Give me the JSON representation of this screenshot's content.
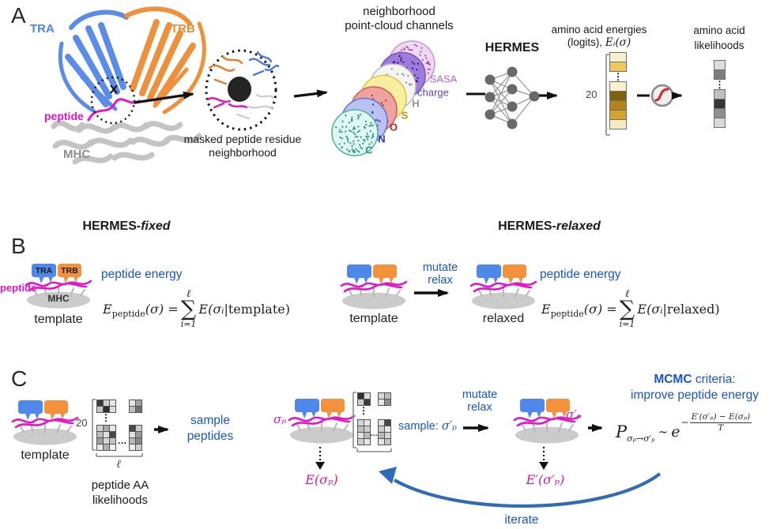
{
  "panel_a": {
    "label": "A",
    "tra": "TRA",
    "trb": "TRB",
    "peptide_label": "peptide",
    "mhc": "MHC",
    "masked_caption_line1": "masked peptide residue",
    "masked_caption_line2": "neighborhood",
    "channels_title_line1": "neighborhood",
    "channels_title_line2": "point-cloud channels",
    "channels": [
      {
        "label": "SASA",
        "fill": "#efd9f1",
        "stroke": "#c79ad2",
        "dots": "#9a4fb0",
        "label_color": "#b468cc",
        "bold": false
      },
      {
        "label": "charge",
        "fill": "#9d7cdc",
        "stroke": "#7a54c4",
        "dots": "#2d1078",
        "label_color": "#5b3fd0",
        "bold": false
      },
      {
        "label": "H",
        "fill": "#f4f4f2",
        "stroke": "#bcbcbc",
        "dots": "#8e8e8e",
        "label_color": "#909090",
        "bold": true
      },
      {
        "label": "S",
        "fill": "#f7ee9e",
        "stroke": "#d9c84e",
        "dots": "#a8920e",
        "label_color": "#b49b0c",
        "bold": true
      },
      {
        "label": "O",
        "fill": "#eda49e",
        "stroke": "#d65c55",
        "dots": "#b82820",
        "label_color": "#cc2018",
        "bold": true
      },
      {
        "label": "N",
        "fill": "#b9c2f2",
        "stroke": "#6474d8",
        "dots": "#2438b8",
        "label_color": "#2438c8",
        "bold": true
      },
      {
        "label": "C",
        "fill": "#e0f6f1",
        "stroke": "#52b2a2",
        "dots": "#2a9185",
        "label_color": "#2a9185",
        "bold": true
      }
    ],
    "hermes": "HERMES",
    "energies_title_line1": "amino acid energies",
    "energies_title_prefix": "(logits), ",
    "energies_title_math": "Eᵢ(σ)",
    "energies_count": "20",
    "energy_cells_top": [
      "#f7f0cc",
      "#eec85e"
    ],
    "energy_cells_bottom": [
      "#f7f0cc",
      "#7f6110",
      "#b5831b",
      "#d3a230",
      "#f2ebc4"
    ],
    "likelihoods_title_line1": "amino acid",
    "likelihoods_title_line2": "likelihoods",
    "likelihood_cells_top": [
      "#dedede",
      "#7d7d7d"
    ],
    "likelihood_cells_bottom": [
      "#bfbfbf",
      "#353535",
      "#8f8f8f",
      "#d9d9d9"
    ]
  },
  "panel_b": {
    "label": "B",
    "fixed_title_prefix": "HERMES-",
    "fixed_title_emph": "fixed",
    "relaxed_title_prefix": "HERMES-",
    "relaxed_title_emph": "relaxed",
    "tra": "TRA",
    "trb": "TRB",
    "mhc": "MHC",
    "peptide_label": "peptide",
    "template_caption": "template",
    "template_caption2": "template",
    "relaxed_caption": "relaxed",
    "mutate": "mutate",
    "relax": "relax",
    "energy_label_left": "peptide energy",
    "energy_label_right": "peptide energy",
    "formula_left": {
      "E": "E",
      "sub": "peptide",
      "mid": "(σ) =",
      "sum_top": "ℓ",
      "sum": "∑",
      "sum_bot": "i=1",
      "rhs_it": "E(σᵢ",
      "rhs_rm": "|template)"
    },
    "formula_right": {
      "E": "E",
      "sub": "peptide",
      "mid": "(σ) =",
      "sum_top": "ℓ",
      "sum": "∑",
      "sum_bot": "i=1",
      "rhs_it": "E(σᵢ",
      "rhs_rm": "|relaxed)"
    }
  },
  "panel_c": {
    "label": "C",
    "template_caption": "template",
    "matrix_count": "20",
    "matrix_len": "ℓ",
    "matrix_caption_line1": "peptide AA",
    "matrix_caption_line2": "likelihoods",
    "sample_line1": "sample",
    "sample_line2": "peptides",
    "sigma_p": "σₚ",
    "E_sigma_p": "E(σₚ)",
    "sample_label": "sample: ",
    "sample_sigma": "σ′ₚ",
    "mutate": "mutate",
    "relax": "relax",
    "sigma_p_prime": "σ′ₚ",
    "E_sigma_p_prime": "E′(σ′ₚ)",
    "mcmc_bold": "MCMC",
    "mcmc_rest": " criteria:",
    "improve": "improve peptide energy",
    "formula": {
      "P": "P",
      "P_sub": "σₚ→σ′ₚ",
      "sim": "∼",
      "e": "e",
      "minus": "−",
      "num": "E′(σ′ₚ) − E(σₚ)",
      "den": "T"
    },
    "iterate": "iterate",
    "matrix1": {
      "tl": [
        [
          "#3a3a3a",
          "#cfcfcf",
          "#e9e9e9"
        ],
        [
          "#c6c6c6",
          "#2f2f2f",
          "#dfdfdf"
        ]
      ],
      "tr": [
        [
          "#e5e5e5",
          "#a0a0a0"
        ],
        [
          "#bfbfbf",
          "#707070"
        ]
      ],
      "bl": [
        [
          "#d2d2d2",
          "#a8a8a8",
          "#e6e6e6"
        ],
        [
          "#bdbdbd",
          "#e0e0e0",
          "#484848"
        ],
        [
          "#9e9e9e",
          "#d8d8d8",
          "#c4c4c4"
        ],
        [
          "#e8e8e8",
          "#b0b0b0",
          "#efefef"
        ]
      ],
      "br": [
        [
          "#4a4a4a",
          "#cccccc"
        ],
        [
          "#e2e2e2",
          "#989898"
        ],
        [
          "#b6b6b6",
          "#888888"
        ],
        [
          "#eeeeee",
          "#cecece"
        ]
      ]
    },
    "matrix2": {
      "tl": [
        [
          "#303030",
          "#dddddd"
        ],
        [
          "#cbcbcb",
          "#3c3c3c"
        ]
      ],
      "tr": [
        [
          "#d8d8d8",
          "#bcbcbc"
        ],
        [
          "#e7e7e7",
          "#8d8d8d"
        ]
      ],
      "bl": [
        [
          "#d5d5d5",
          "#e7e7e7"
        ],
        [
          "#c1c1c1",
          "#cfcfcf"
        ],
        [
          "#e3e3e3",
          "#bbbbbb"
        ],
        [
          "#cecece",
          "#e5e5e5"
        ]
      ],
      "br": [
        [
          "#e1e1e1",
          "#474747"
        ],
        [
          "#cccccc",
          "#e7e7e7"
        ],
        [
          "#b8b8b8",
          "#d5d5d5"
        ],
        [
          "#e6e6e6",
          "#c3c3c3"
        ]
      ]
    }
  }
}
